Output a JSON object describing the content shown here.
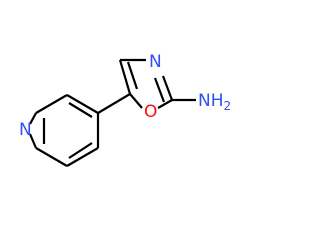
{
  "molecule": {
    "atoms": {
      "n_pyridine": {
        "label": "N",
        "color": "#3050F8"
      },
      "n_oxazole": {
        "label": "N",
        "color": "#3050F8"
      },
      "o_oxazole": {
        "label": "O",
        "color": "#FF0D0D"
      },
      "amine": {
        "label": "NH",
        "subscript": "2",
        "color": "#3050F8"
      }
    },
    "bond_color": "#000000",
    "background": "#FFFFFF"
  }
}
